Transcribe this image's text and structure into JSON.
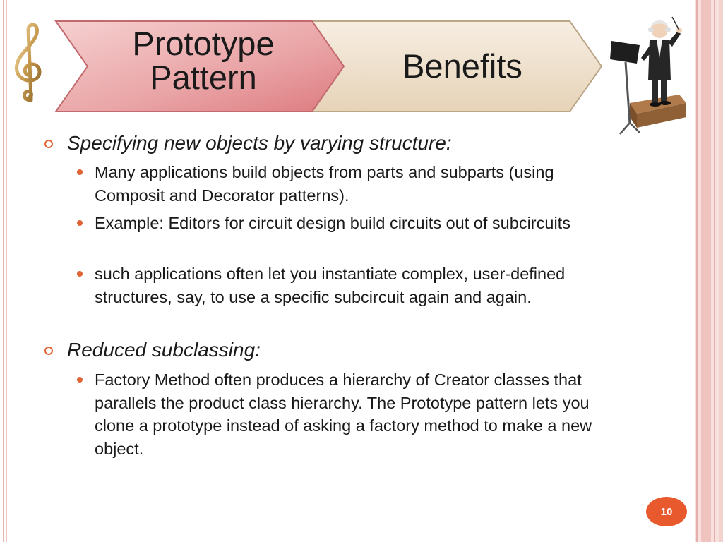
{
  "header": {
    "chevron_1_title": "Prototype\nPattern",
    "chevron_2_title": "Benefits"
  },
  "content": {
    "sections": [
      {
        "heading": "Specifying new objects by varying structure:",
        "items": [
          "Many applications build objects from parts and subparts (using Composit and Decorator patterns).",
          "Example: Editors for circuit design build circuits out of subcircuits",
          "such applications often let you instantiate complex, user-defined structures, say, to use a specific subcircuit again and again."
        ]
      },
      {
        "heading": "Reduced subclassing:",
        "items": [
          "Factory Method often produces a hierarchy of Creator classes that parallels the product class hierarchy. The Prototype pattern lets you clone a prototype instead of asking a factory method to make a new object."
        ]
      }
    ]
  },
  "footer": {
    "page_number": "10"
  },
  "colors": {
    "chevron_1": "#e58c8f",
    "chevron_2": "#ebdcc6",
    "bullet_accent": "#e06434",
    "page_badge": "#e8592d"
  },
  "icons": {
    "left": "treble-clef-icon",
    "right": "conductor-figure-icon"
  }
}
